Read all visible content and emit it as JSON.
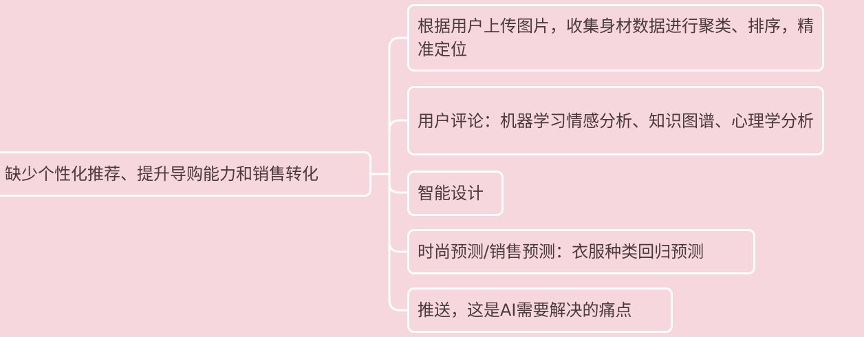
{
  "root": {
    "label": "缺少个性化推荐、提升导购能力和销售转化"
  },
  "branches": [
    {
      "label": "根据用户上传图片，收集身材数据进行聚类、排序，精准定位"
    },
    {
      "label": "用户评论：机器学习情感分析、知识图谱、心理学分析"
    },
    {
      "label": "智能设计"
    },
    {
      "label": "时尚预测/销售预测：衣服种类回归预测"
    },
    {
      "label": "推送，这是AI需要解决的痛点"
    }
  ],
  "colors": {
    "background": "#f5d7dd",
    "border": "#ffffff",
    "text": "#4a3a3d"
  }
}
